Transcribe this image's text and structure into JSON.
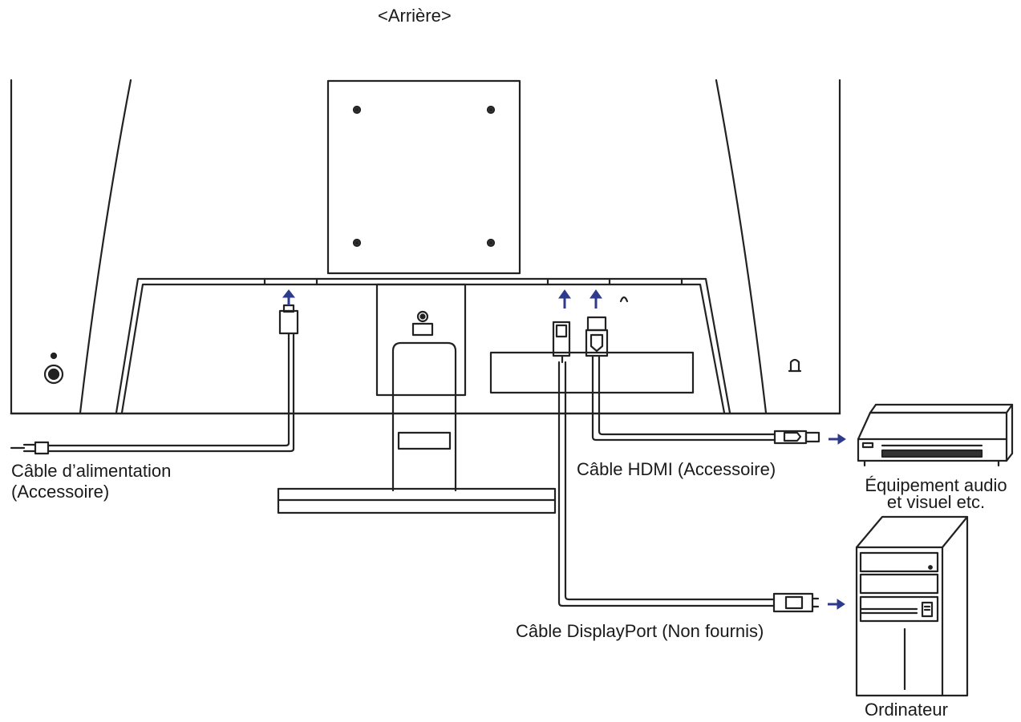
{
  "title": "<Arrière>",
  "labels": {
    "power_cable_line1": "Câble d’alimentation",
    "power_cable_line2": "(Accessoire)",
    "hdmi_cable": "Câble HDMI (Accessoire)",
    "av_equipment_line1": "Équipement audio",
    "av_equipment_line2": "et visuel etc.",
    "displayport_cable": "Câble DisplayPort (Non fournis)",
    "computer": "Ordinateur"
  },
  "colors": {
    "line": "#222222",
    "arrow": "#2e3a8c",
    "fill_light": "#ffffff",
    "fill_dark": "#333333"
  }
}
